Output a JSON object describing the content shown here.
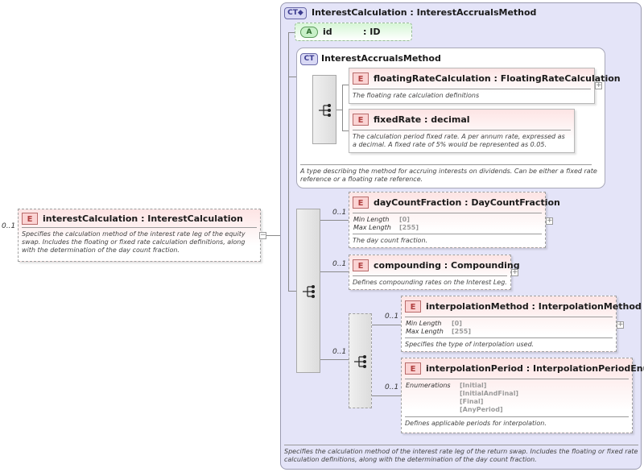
{
  "root": {
    "occurrence": "0..1",
    "badge": "E",
    "title": "interestCalculation : InterestCalculation",
    "doc": "Specifies the calculation method of the interest rate leg of the equity swap. Includes the floating or fixed rate calculation definitions, along with the determination of the day count fraction.",
    "collapse_symbol": "−"
  },
  "complex_type": {
    "badge": "CT",
    "title": "InterestCalculation : InterestAccrualsMethod",
    "doc": "Specifies the calculation method of the interest rate leg of the return swap. Includes the floating or fixed rate calculation definitions, along with the determination of the day count fraction."
  },
  "attribute": {
    "badge": "A",
    "name": "id",
    "type": ": ID"
  },
  "base_type": {
    "badge": "CT",
    "title": "InterestAccrualsMethod",
    "doc": "A type describing the method for accruing interests on dividends. Can be either a fixed rate reference or a floating rate reference.",
    "children": [
      {
        "badge": "E",
        "title": "floatingRateCalculation : FloatingRateCalculation",
        "doc": "The floating rate calculation definitions",
        "expand": "+"
      },
      {
        "badge": "E",
        "title": "fixedRate : decimal",
        "doc": "The calculation period fixed rate. A per annum rate, expressed as a decimal. A fixed rate of 5% would be represented as 0.05."
      }
    ]
  },
  "day_count": {
    "occurrence": "0..1",
    "badge": "E",
    "title": "dayCountFraction : DayCountFraction",
    "facets": [
      {
        "label": "Min Length",
        "value": "[0]"
      },
      {
        "label": "Max Length",
        "value": "[255]"
      }
    ],
    "doc": "The day count fraction.",
    "expand": "+"
  },
  "compounding": {
    "occurrence": "0..1",
    "badge": "E",
    "title": "compounding : Compounding",
    "doc": "Defines compounding rates on the Interest Leg.",
    "expand": "+"
  },
  "sub_sequence": {
    "occurrence": "0..1"
  },
  "interpolation_method": {
    "occurrence": "0..1",
    "badge": "E",
    "title": "interpolationMethod : InterpolationMethod",
    "facets": [
      {
        "label": "Min Length",
        "value": "[0]"
      },
      {
        "label": "Max Length",
        "value": "[255]"
      }
    ],
    "doc": "Specifies the type of interpolation used.",
    "expand": "+"
  },
  "interpolation_period": {
    "occurrence": "0..1",
    "badge": "E",
    "title": "interpolationPeriod : InterpolationPeriodEnum",
    "enum_label": "Enumerations",
    "enumerations": [
      "[Initial]",
      "[InitialAndFinal]",
      "[Final]",
      "[AnyPeriod]"
    ],
    "doc": "Defines applicable periods for interpolation."
  },
  "colors": {
    "element_fill": "#fde4e4",
    "complex_type_fill": "#e4e4f8",
    "attribute_fill": "#c8f0c8"
  },
  "icons": {
    "sequence": "sequence-icon",
    "expand": "plus-icon",
    "collapse": "minus-icon"
  }
}
